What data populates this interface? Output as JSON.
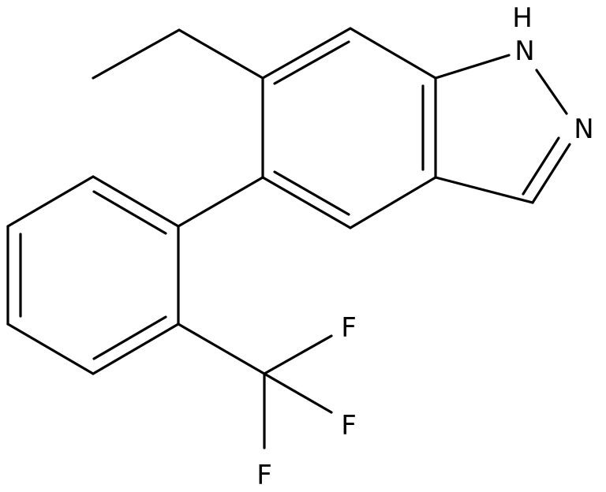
{
  "molecule": {
    "atoms": {
      "nh": "N",
      "nh_h": "H",
      "n2": "N",
      "f1": "F",
      "f2": "F",
      "f3": "F"
    },
    "colors": {
      "bond": "#000000",
      "label": "#000000",
      "background": "#ffffff"
    }
  }
}
